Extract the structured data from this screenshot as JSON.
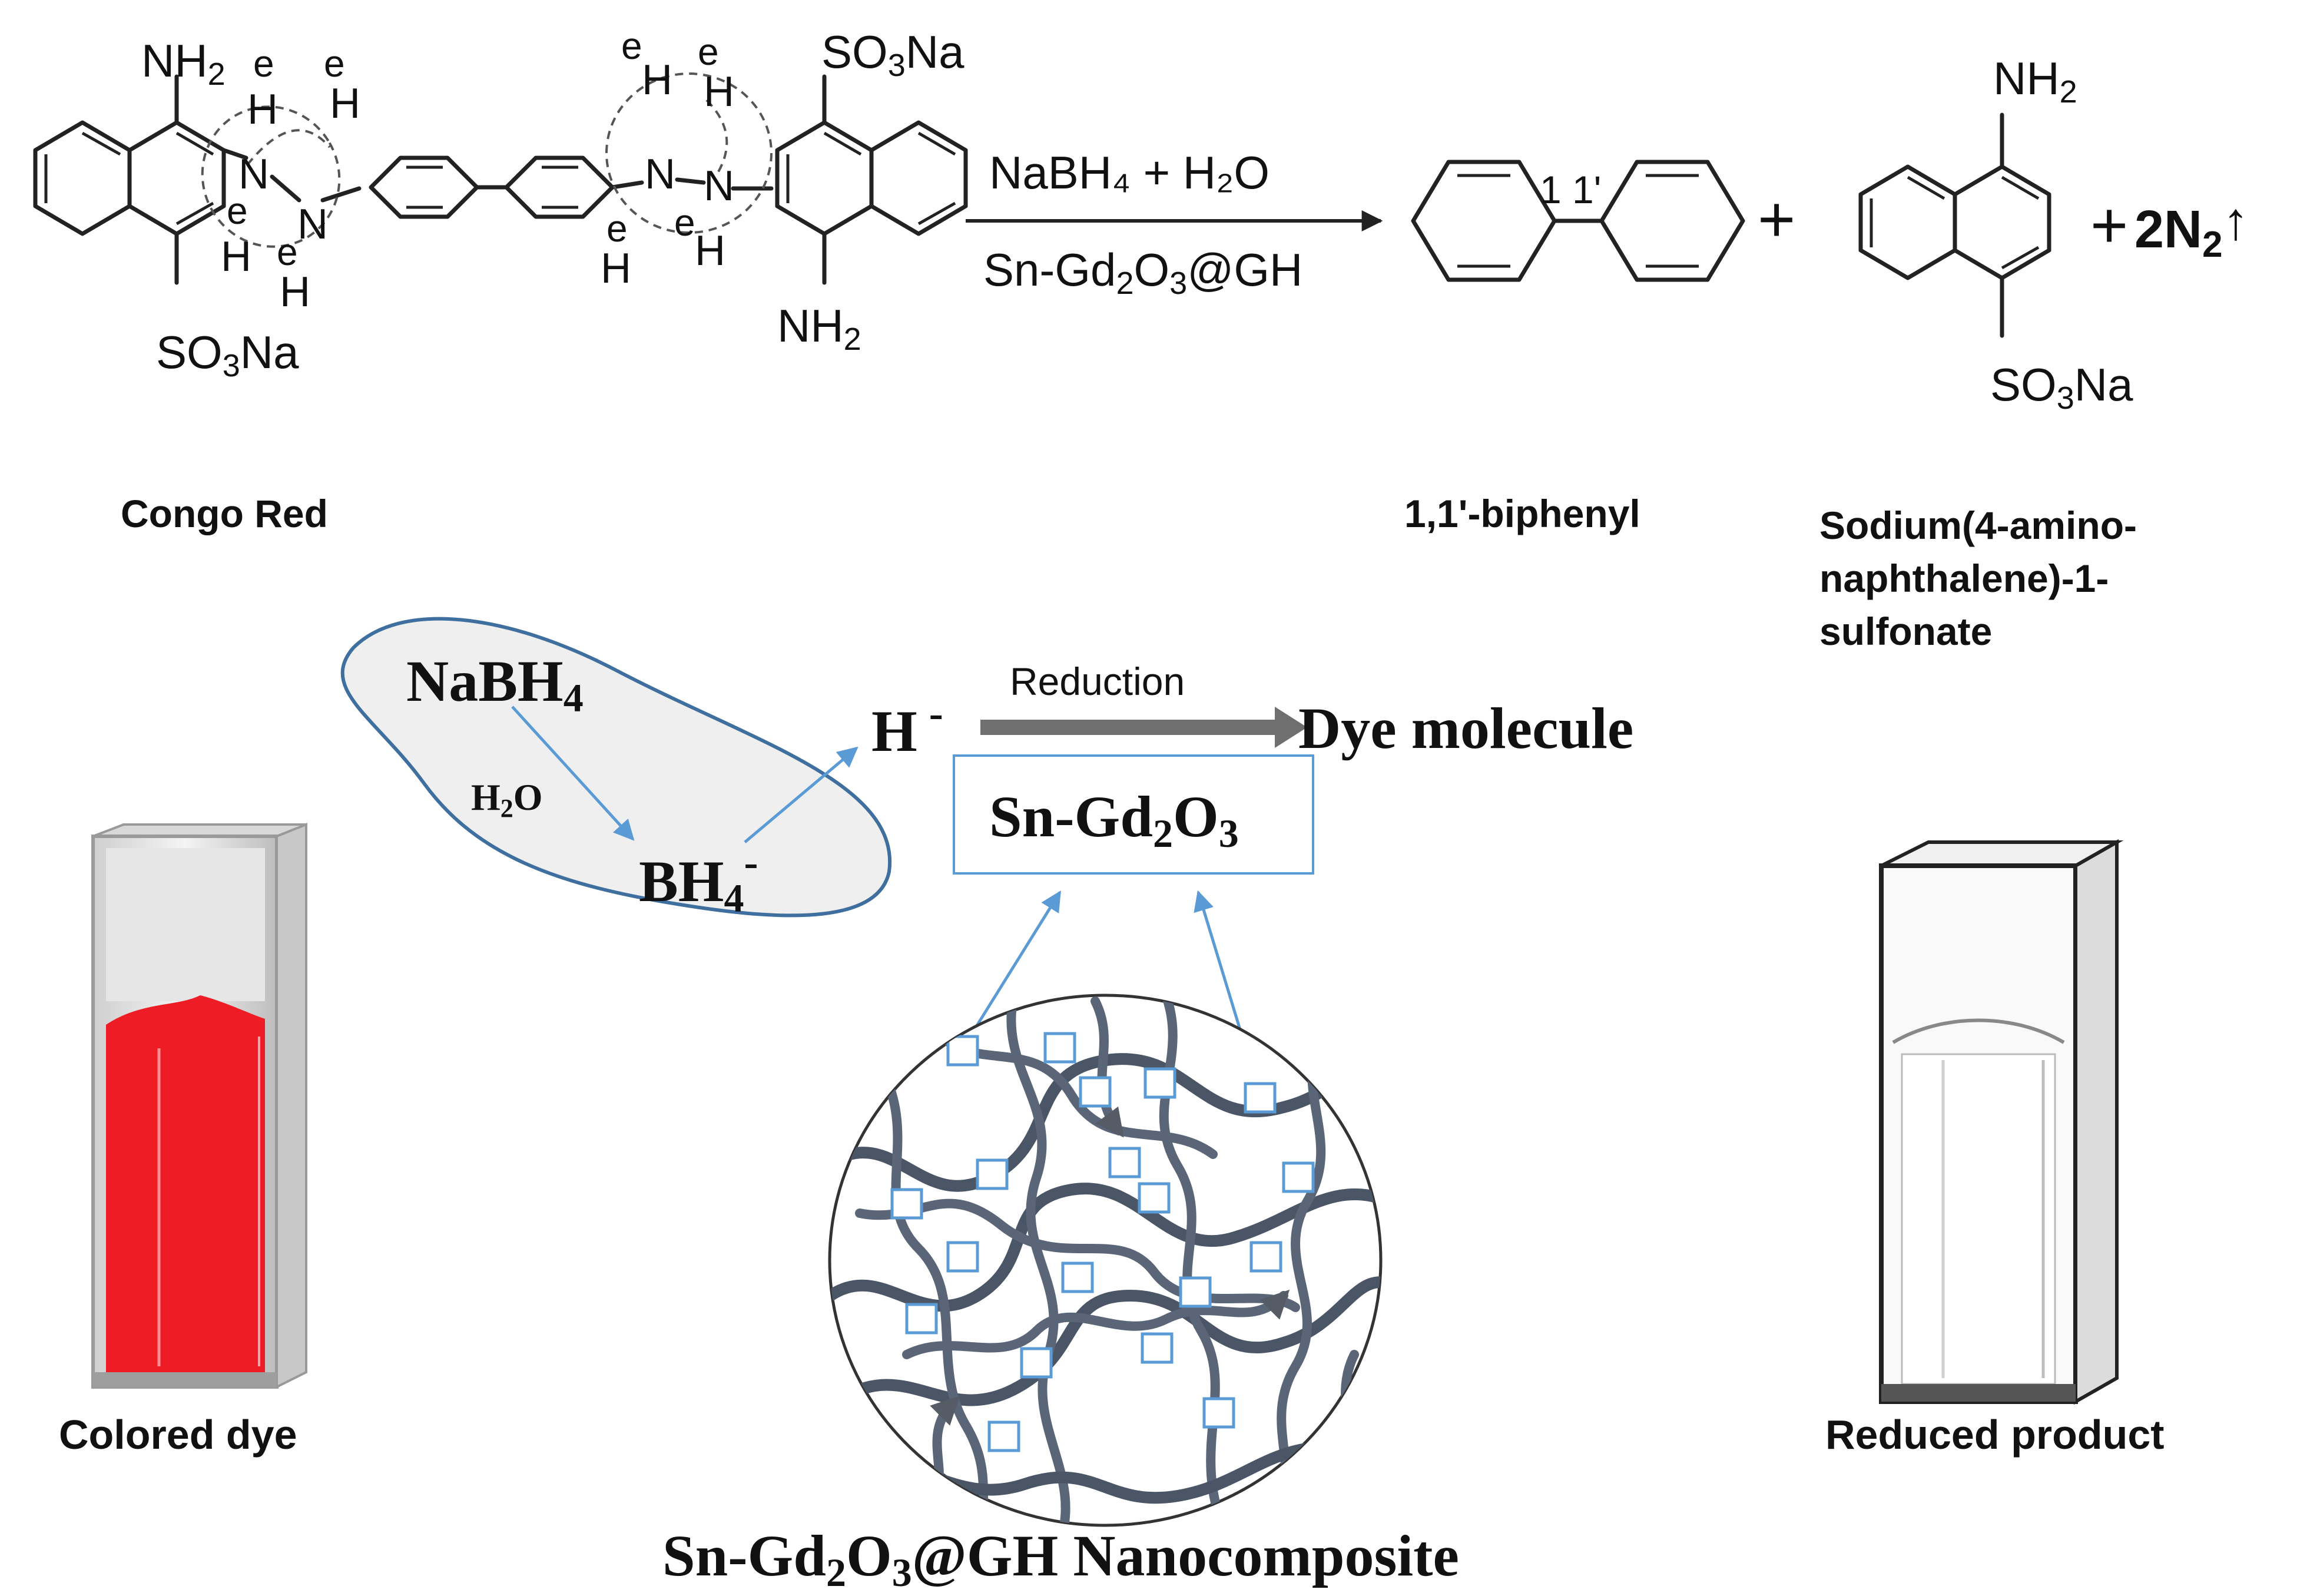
{
  "reaction": {
    "reagent_top": "NaBH₄ + H₂O",
    "reagent_bottom_pre": "Sn-Gd",
    "reagent_bottom_sub1": "2",
    "reagent_bottom_mid": "O",
    "reagent_bottom_sub2": "3",
    "reagent_bottom_post": "@GH",
    "plus1": "+",
    "plus2": "+",
    "n2_coef": "2N",
    "n2_sub": "2",
    "n2_arrow": "↑",
    "biphenyl_locants": "1 1'"
  },
  "molecule_labels": {
    "nh2": "NH",
    "nh2_sub": "2",
    "so3na_pre": "SO",
    "so3na_sub": "3",
    "so3na_post": "Na",
    "n": "N",
    "h": "H",
    "e": "e"
  },
  "names": {
    "congo_red": "Congo Red",
    "biphenyl": "1,1'-biphenyl",
    "sulfonate_line1": "Sodium(4-amino-",
    "sulfonate_line2": "naphthalene)-1-",
    "sulfonate_line3": "sulfonate"
  },
  "mechanism": {
    "nabh4_pre": "NaBH",
    "nabh4_sub": "4",
    "h2o_pre": "H",
    "h2o_sub": "2",
    "h2o_post": "O",
    "bh4_pre": "BH",
    "bh4_sub": "4",
    "bh4_sup": "-",
    "hydride": "H",
    "hydride_sup": "-",
    "reduction": "Reduction",
    "dye_molecule": "Dye molecule",
    "catalyst_pre": "Sn-Gd",
    "catalyst_sub1": "2",
    "catalyst_mid": "O",
    "catalyst_sub2": "3"
  },
  "cuvettes": {
    "left_label": "Colored dye",
    "right_label": "Reduced product",
    "dye_color": "#ee1c24"
  },
  "nanocomposite": {
    "pre": "Sn-Gd",
    "sub1": "2",
    "mid": "O",
    "sub2": "3",
    "post": "@GH Nanocomposite"
  },
  "colors": {
    "arrow_blue": "#5b9bd5",
    "blob_fill": "#efefef",
    "blob_stroke": "#3f6f9f",
    "fiber": "#4a5566"
  }
}
